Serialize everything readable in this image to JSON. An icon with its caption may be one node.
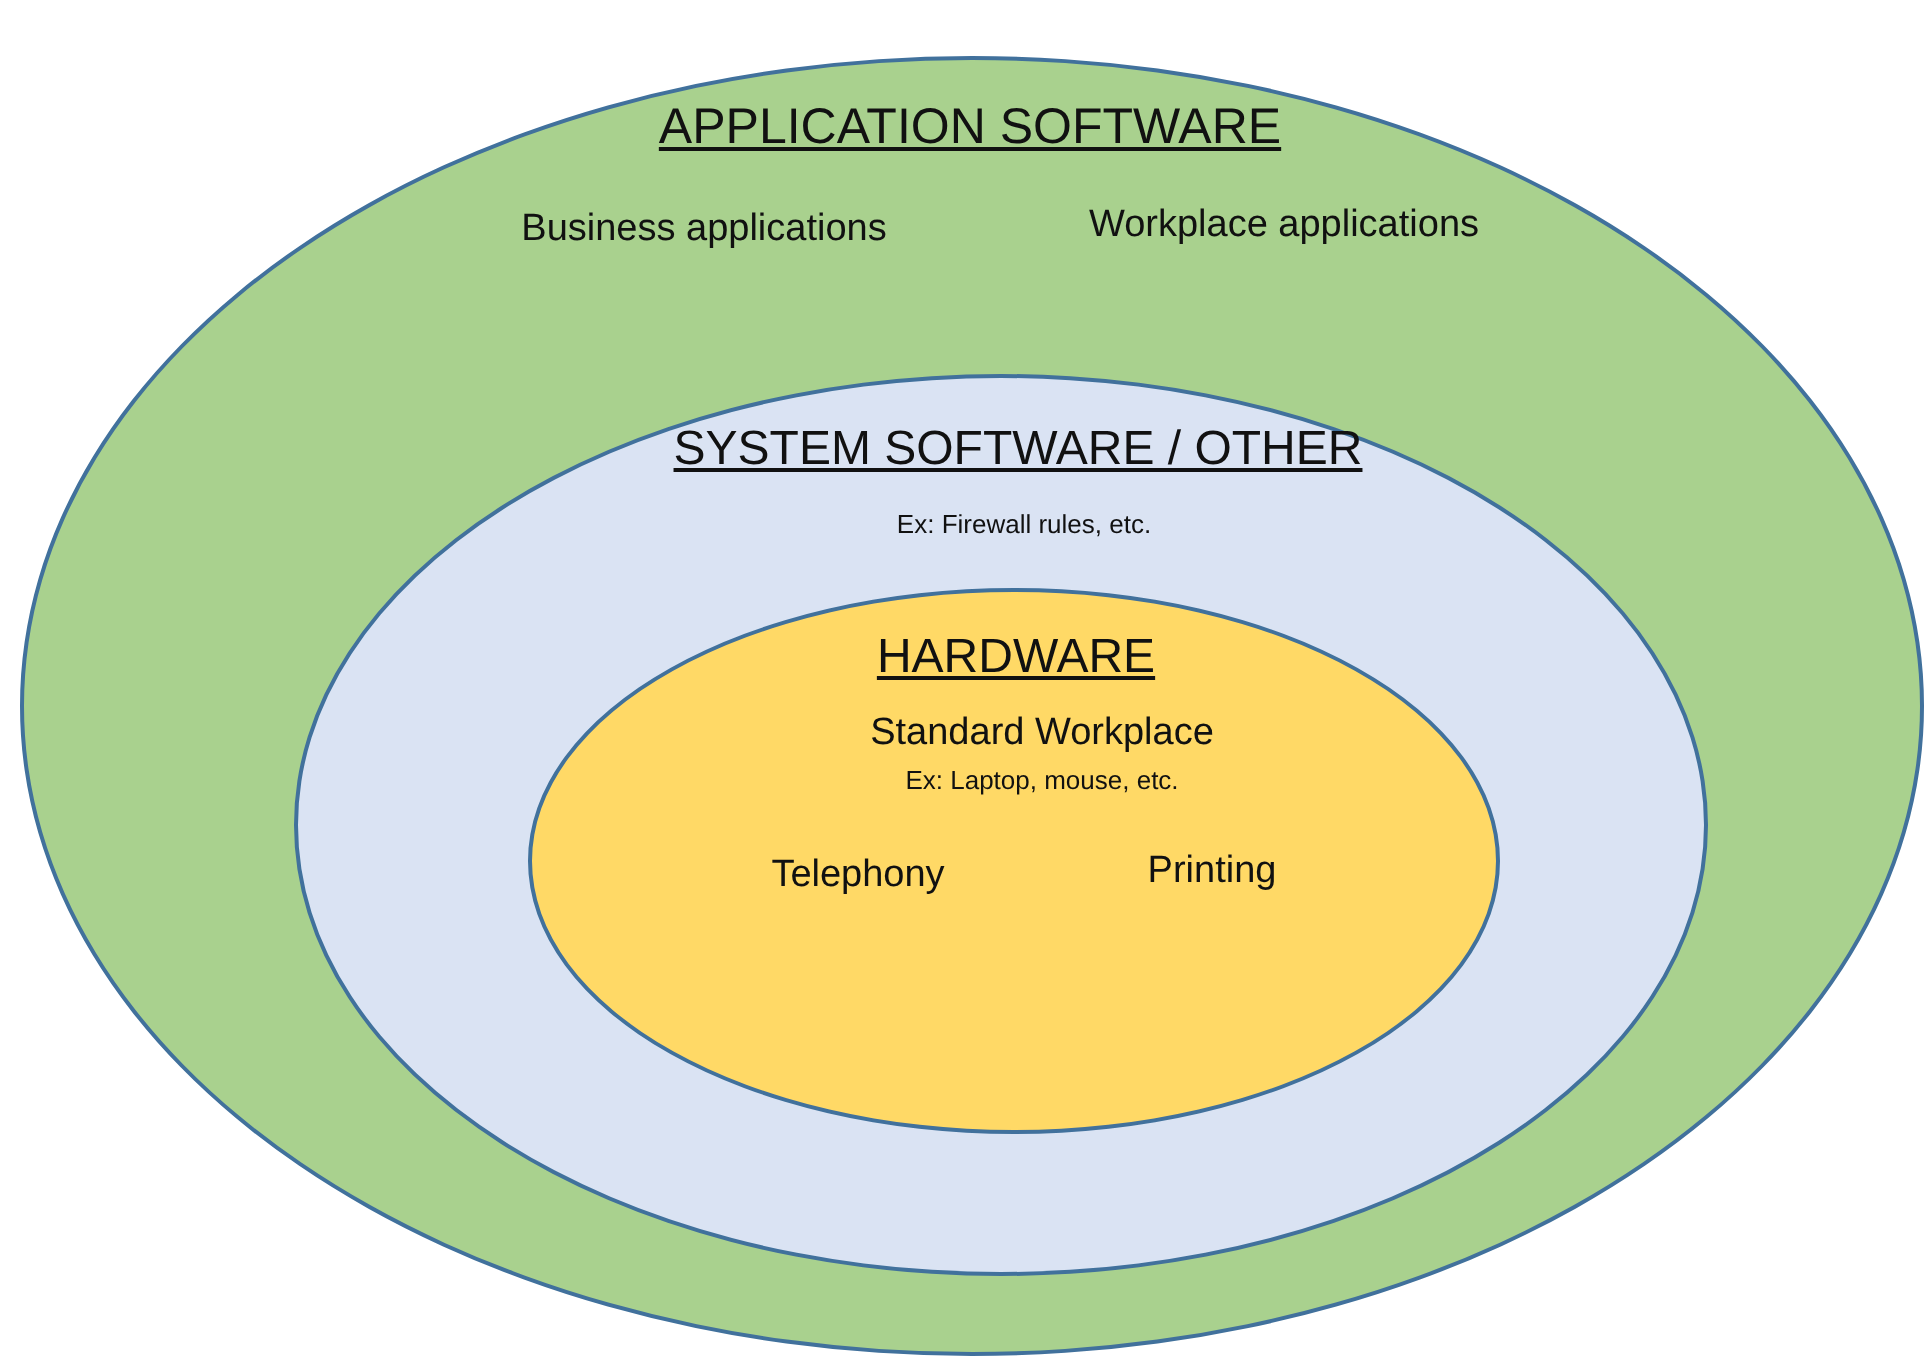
{
  "diagram": {
    "nodes": [
      {
        "text": [
          "APPLICATION SOFTWARE",
          "Business applications",
          "Workplace applications"
        ]
      },
      {
        "text": [
          "SYSTEM SOFTWARE / OTHER",
          "Ex: Firewall rules, etc."
        ],
        "in": 0
      },
      {
        "text": [
          "HARDWARE",
          "Standard Workplace",
          "Ex: Laptop, mouse, etc.",
          "Telephony",
          "Printing"
        ],
        "in": 1
      }
    ]
  }
}
